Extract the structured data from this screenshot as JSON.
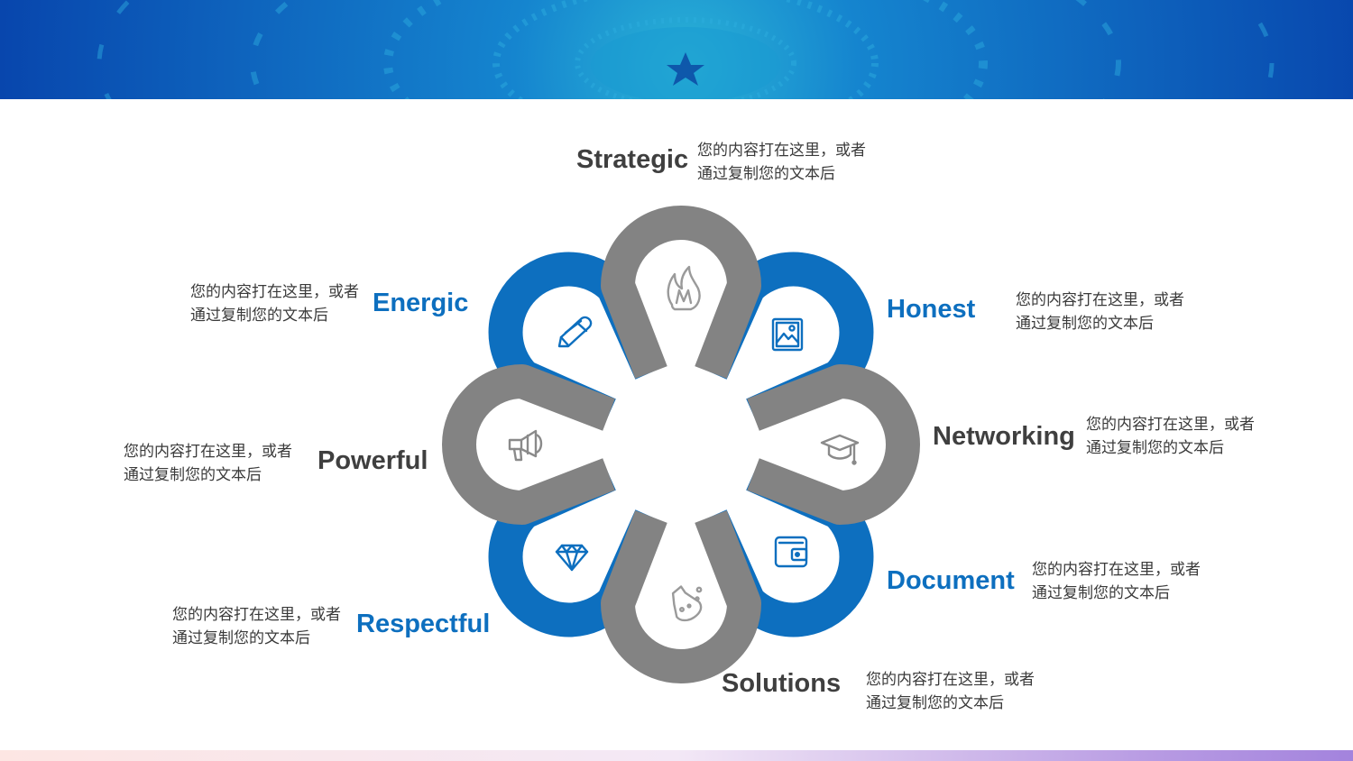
{
  "items": [
    {
      "title": "Strategic",
      "description": "您的内容打在这里，或者通过复制您的文本后",
      "icon": "fire-icon",
      "color": "gray"
    },
    {
      "title": "Honest",
      "description": "您的内容打在这里，或者通过复制您的文本后",
      "icon": "picture-icon",
      "color": "blue"
    },
    {
      "title": "Networking",
      "description": "您的内容打在这里，或者通过复制您的文本后",
      "icon": "graduation-cap-icon",
      "color": "gray"
    },
    {
      "title": "Document",
      "description": "您的内容打在这里，或者通过复制您的文本后",
      "icon": "wallet-icon",
      "color": "blue"
    },
    {
      "title": "Solutions",
      "description": "您的内容打在这里，或者通过复制您的文本后",
      "icon": "flask-icon",
      "color": "gray"
    },
    {
      "title": "Respectful",
      "description": "您的内容打在这里，或者通过复制您的文本后",
      "icon": "diamond-icon",
      "color": "blue"
    },
    {
      "title": "Powerful",
      "description": "您的内容打在这里，或者通过复制您的文本后",
      "icon": "megaphone-icon",
      "color": "gray"
    },
    {
      "title": "Energic",
      "description": "您的内容打在这里，或者通过复制您的文本后",
      "icon": "pencil-icon",
      "color": "blue"
    }
  ],
  "colors": {
    "gray": "#838383",
    "blue": "#0d6fbf",
    "banner_dark": "#0a4fb0",
    "banner_light": "#1fa0d8"
  }
}
